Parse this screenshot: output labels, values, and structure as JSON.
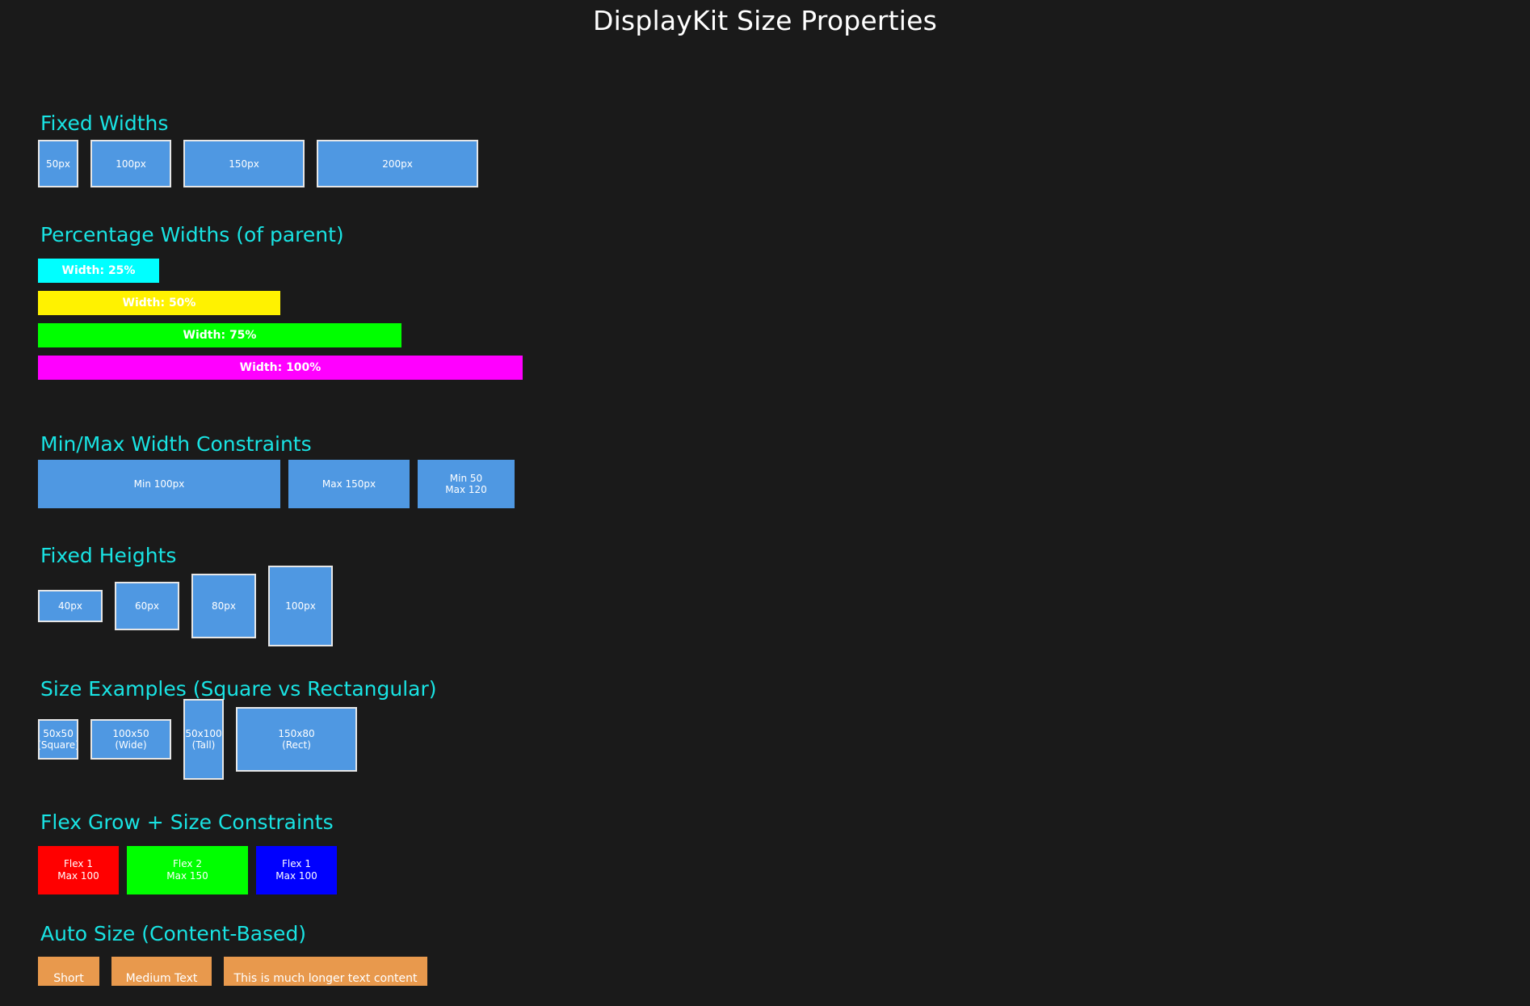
{
  "page": {
    "title": "DisplayKit Size Properties"
  },
  "fixed_widths": {
    "heading": "Fixed Widths",
    "items": [
      "50px",
      "100px",
      "150px",
      "200px"
    ]
  },
  "percentage_widths": {
    "heading": "Percentage Widths (of parent)",
    "bars": [
      {
        "label": "Width: 25%",
        "percent": 25,
        "color": "#00ffff"
      },
      {
        "label": "Width: 50%",
        "percent": 50,
        "color": "#fff200"
      },
      {
        "label": "Width: 75%",
        "percent": 75,
        "color": "#00ff00"
      },
      {
        "label": "Width: 100%",
        "percent": 100,
        "color": "#ff00ff"
      }
    ]
  },
  "minmax": {
    "heading": "Min/Max Width Constraints",
    "items": [
      "Min 100px",
      "Max 150px",
      "Min 50\nMax 120"
    ]
  },
  "fixed_heights": {
    "heading": "Fixed Heights",
    "items": [
      "40px",
      "60px",
      "80px",
      "100px"
    ]
  },
  "size_examples": {
    "heading": "Size Examples (Square vs Rectangular)",
    "items": [
      "50x50\n(Square)",
      "100x50\n(Wide)",
      "50x100\n(Tall)",
      "150x80\n(Rect)"
    ]
  },
  "flex_grow": {
    "heading": "Flex Grow + Size Constraints",
    "items": [
      {
        "label": "Flex 1\nMax 100",
        "color": "#ff0000"
      },
      {
        "label": "Flex 2\nMax 150",
        "color": "#00ff00"
      },
      {
        "label": "Flex 1\nMax 100",
        "color": "#0000ff"
      }
    ]
  },
  "auto_size": {
    "heading": "Auto Size (Content-Based)",
    "items": [
      "Short",
      "Medium Text",
      "This is much longer text content"
    ]
  },
  "colors": {
    "background": "#1a1a1a",
    "heading": "#19e3e3",
    "box": "#4f98e2",
    "auto_box": "#e8994d"
  }
}
